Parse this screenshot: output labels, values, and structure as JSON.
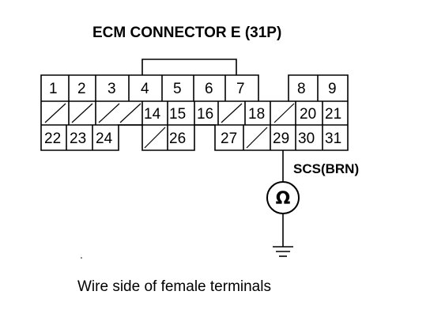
{
  "title": "ECM CONNECTOR E (31P)",
  "wire_label": "SCS(BRN)",
  "meter_symbol": "Ω",
  "caption": "Wire side of female terminals",
  "pins": {
    "p1": "1",
    "p2": "2",
    "p3": "3",
    "p4": "4",
    "p5": "5",
    "p6": "6",
    "p7": "7",
    "p8": "8",
    "p9": "9",
    "p14": "14",
    "p15": "15",
    "p16": "16",
    "p18": "18",
    "p20": "20",
    "p21": "21",
    "p22": "22",
    "p23": "23",
    "p24": "24",
    "p26": "26",
    "p27": "27",
    "p29": "29",
    "p30": "30",
    "p31": "31"
  },
  "icons": {
    "meter": "ohmmeter-icon",
    "ground": "ground-icon",
    "empty_cavity": "slash-cavity"
  }
}
